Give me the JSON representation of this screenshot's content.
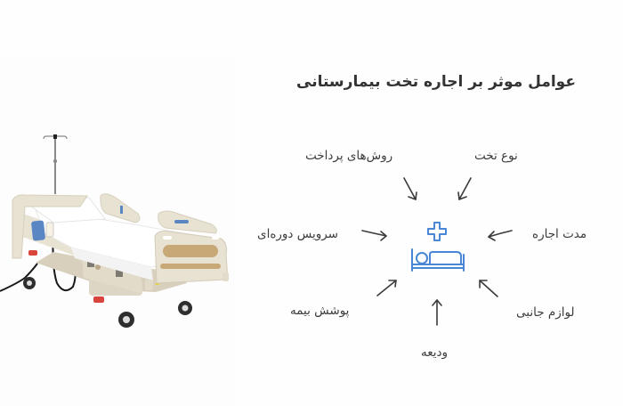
{
  "title": "عوامل موثر بر اجاره تخت بیمارستانی",
  "center_icon": {
    "name": "hospital-bed-icon",
    "color": "#4a86d6"
  },
  "factors": [
    {
      "id": "bed-type",
      "label": "نوع تخت",
      "arrow": "down-left"
    },
    {
      "id": "payment-methods",
      "label": "روش‌های پرداخت",
      "arrow": "down-right"
    },
    {
      "id": "rental-duration",
      "label": "مدت اجاره",
      "arrow": "left"
    },
    {
      "id": "periodic-service",
      "label": "سرویس دوره‌ای",
      "arrow": "right"
    },
    {
      "id": "accessories",
      "label": "لوازم جانبی",
      "arrow": "up-left"
    },
    {
      "id": "insurance-coverage",
      "label": "پوشش بیمه",
      "arrow": "up-right"
    },
    {
      "id": "deposit",
      "label": "ودیعه",
      "arrow": "up"
    }
  ],
  "image": {
    "subject": "hospital-bed-photo",
    "colors": {
      "frame": "#e8e2d3",
      "frame_shadow": "#cfc7b4",
      "sheet": "#ffffff",
      "panel_wood": "#c9a878",
      "accent_blue": "#5a86c4",
      "wheel": "#2e2e2e",
      "red_pedal": "#d9453c"
    }
  },
  "colors": {
    "background": "#fefefe",
    "text": "#3a3a3a",
    "arrow": "#3a3a3a",
    "accent": "#4a86d6"
  }
}
